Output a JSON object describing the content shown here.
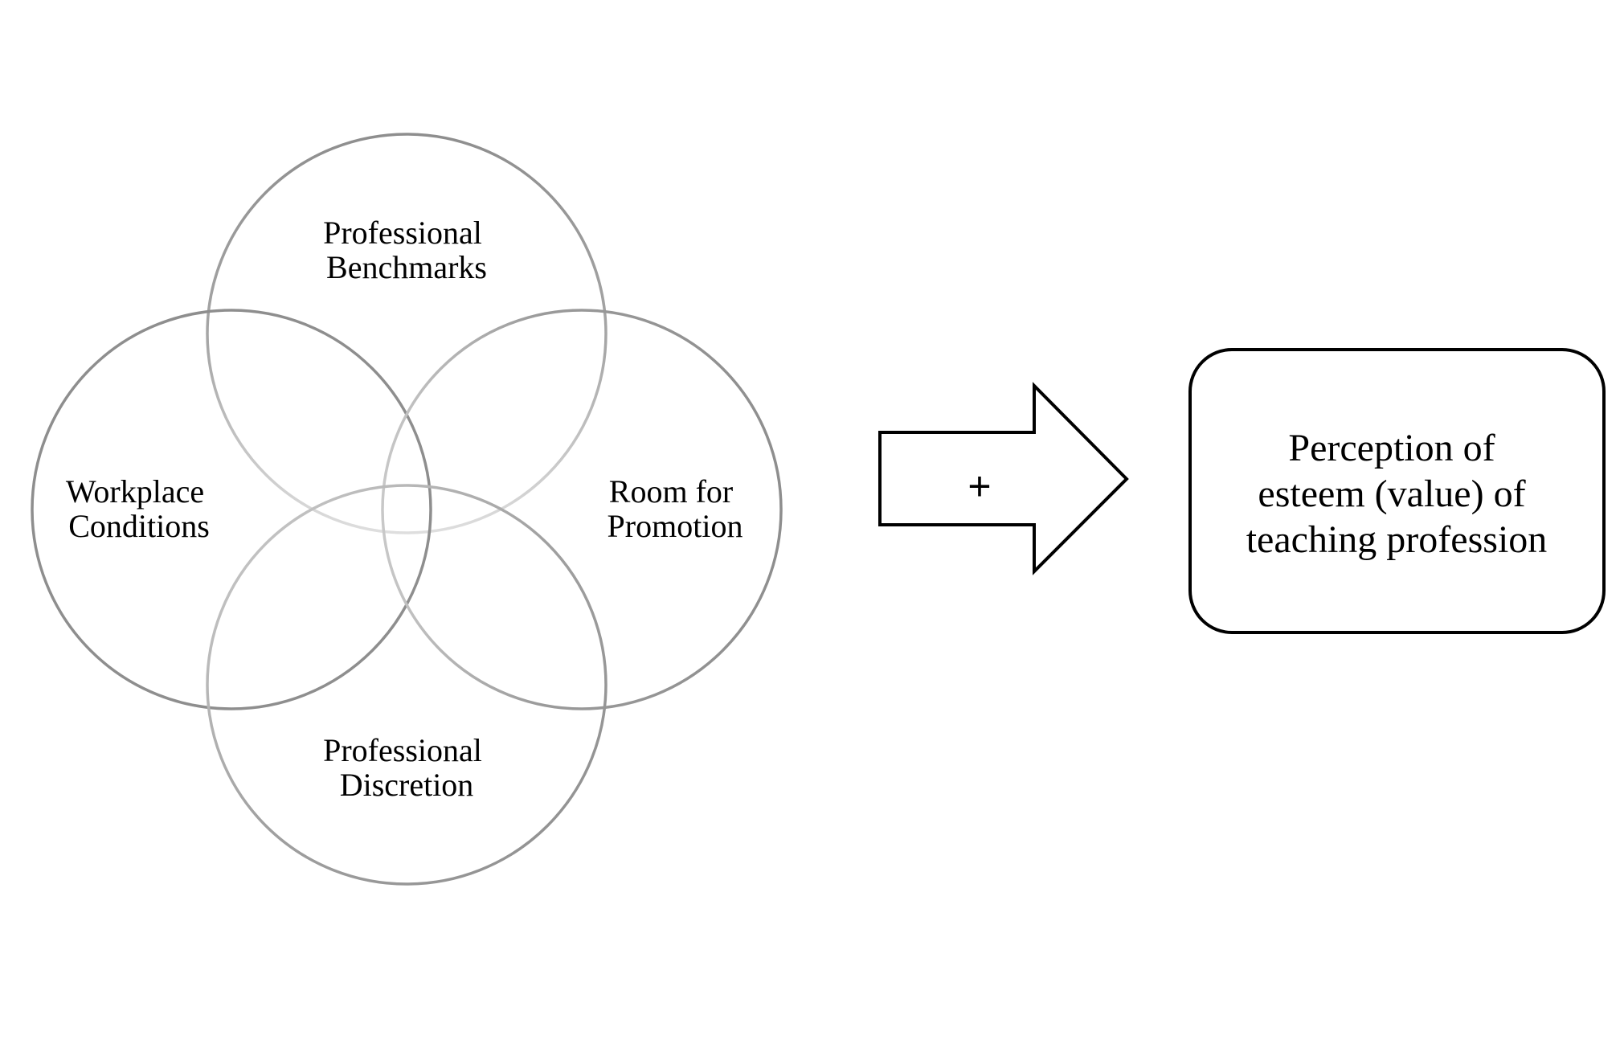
{
  "diagram": {
    "circles": [
      {
        "id": "top",
        "label_lines": [
          "Professional",
          "Benchmarks"
        ],
        "stroke": "#8e8e8e"
      },
      {
        "id": "left",
        "label_lines": [
          "Workplace",
          "Conditions"
        ],
        "stroke": "#8e8e8e"
      },
      {
        "id": "right",
        "label_lines": [
          "Room for",
          "Promotion"
        ],
        "stroke": "#8e8e8e"
      },
      {
        "id": "bottom",
        "label_lines": [
          "Professional",
          "Discretion"
        ],
        "stroke": "#8e8e8e"
      }
    ],
    "arrow": {
      "symbol": "+",
      "stroke": "#000000"
    },
    "outcome": {
      "lines": [
        "Perception of",
        "esteem (value) of",
        "teaching profession"
      ],
      "stroke": "#000000"
    }
  }
}
